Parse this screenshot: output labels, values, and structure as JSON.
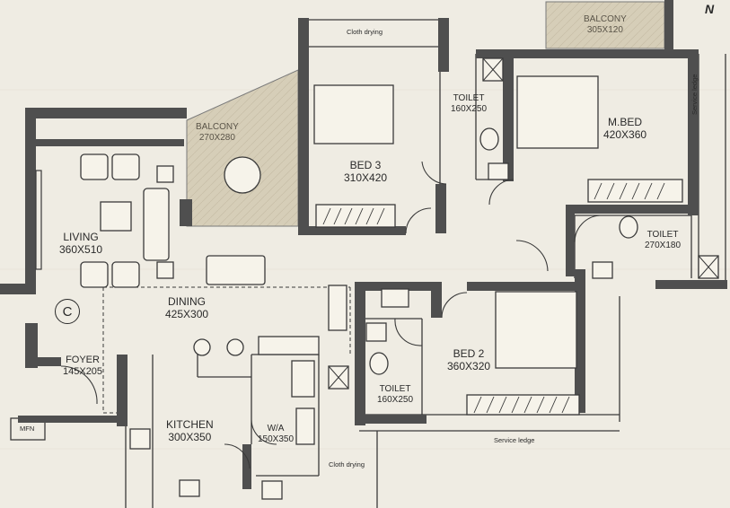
{
  "north": "N",
  "rooms": {
    "living": {
      "name": "LIVING",
      "dims": "360X510"
    },
    "dining": {
      "name": "DINING",
      "dims": "425X300"
    },
    "foyer": {
      "name": "FOYER",
      "dims": "145X205"
    },
    "kitchen": {
      "name": "KITCHEN",
      "dims": "300X350"
    },
    "wa": {
      "name": "W/A",
      "dims": "150X350"
    },
    "bed3": {
      "name": "BED 3",
      "dims": "310X420"
    },
    "mbed": {
      "name": "M.BED",
      "dims": "420X360"
    },
    "bed2": {
      "name": "BED 2",
      "dims": "360X320"
    },
    "toilet1": {
      "name": "TOILET",
      "dims": "160X250"
    },
    "toilet2": {
      "name": "TOILET",
      "dims": "270X180"
    },
    "toilet3": {
      "name": "TOILET",
      "dims": "160X250"
    },
    "balcony1": {
      "name": "BALCONY",
      "dims": "270X280"
    },
    "balcony2": {
      "name": "BALCONY",
      "dims": "305X120"
    }
  },
  "labels": {
    "cloth_drying_top": "Cloth drying",
    "cloth_drying_bottom": "Cloth drying",
    "service_ledge_right": "Service ledge",
    "service_ledge_bottom": "Service ledge",
    "mfn": "MFN",
    "circle": "C"
  },
  "colors": {
    "background": "#efece3",
    "wall": "#4f4f4f",
    "balcony_floor": "#d6ceb8",
    "line": "#3a3a3a"
  }
}
